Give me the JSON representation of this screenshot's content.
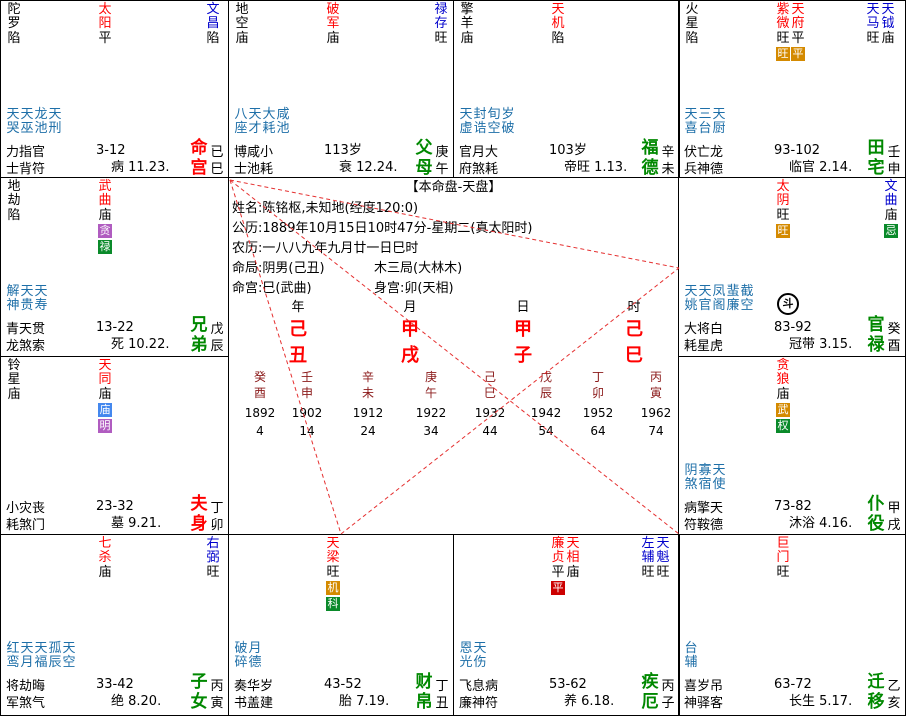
{
  "colors": {
    "star_red": "#ff0000",
    "star_blue": "#0000cc",
    "minor_teal": "#1e6fa8",
    "palace_green": "#008800",
    "tag_red": "#cc0000",
    "tag_orange": "#d48a00",
    "tag_green": "#0a8a2a",
    "tag_purple": "#b05cc0",
    "tag_blue": "#4488ee",
    "branch_brown": "#8b1a1a"
  },
  "cells": [
    {
      "id": "si",
      "stars": [
        {
          "name": "陀罗",
          "b": "陷",
          "color": "dark"
        },
        {
          "name": "太阳",
          "b": "平",
          "color": "red"
        },
        {
          "name": "文昌",
          "b": "陷",
          "color": "blue"
        }
      ],
      "minor": [
        "天哭",
        "天巫",
        "龙池",
        "天刑"
      ],
      "row1": "力指官",
      "row2": "士背符",
      "age": "3-12",
      "phase": "病 11.23.",
      "palace": [
        "命",
        "宫"
      ],
      "gz": [
        "已",
        "巳"
      ]
    },
    {
      "id": "wu",
      "stars": [
        {
          "name": "地空",
          "b": "庙",
          "color": "dark"
        },
        {
          "name": "破军",
          "b": "庙",
          "color": "red"
        },
        {
          "name": "禄存",
          "b": "旺",
          "color": "blue"
        }
      ],
      "minor": [
        "八座",
        "天才",
        "大耗",
        "咸池"
      ],
      "row1": "博咸小",
      "row2": "士池耗",
      "age": "113岁",
      "phase": "衰 12.24.",
      "palace": [
        "父",
        "母"
      ],
      "gz": [
        "庚",
        "午"
      ]
    },
    {
      "id": "wei",
      "stars": [
        {
          "name": "擎羊",
          "b": "庙",
          "color": "dark"
        },
        {
          "name": "天机",
          "b": "陷",
          "color": "red"
        }
      ],
      "minor": [
        "天虚",
        "封诰",
        "旬空",
        "岁破"
      ],
      "row1": "官月大",
      "row2": "府煞耗",
      "age": "103岁",
      "phase": "帝旺 1.13.",
      "palace": [
        "福",
        "德"
      ],
      "gz": [
        "辛",
        "未"
      ]
    },
    {
      "id": "shen",
      "stars": [
        {
          "name": "火星",
          "b": "陷",
          "color": "dark"
        },
        {
          "name": "紫微",
          "b": "旺",
          "color": "red"
        },
        {
          "name": "天府",
          "b": "平",
          "color": "red"
        },
        {
          "name": "天马",
          "b": "旺",
          "color": "blue"
        },
        {
          "name": "天钺",
          "b": "庙",
          "color": "blue"
        }
      ],
      "minor": [
        "天喜",
        "三台",
        "天厨"
      ],
      "row1": "伏亡龙",
      "row2": "兵神德",
      "age": "93-102",
      "phase": "临官 2.14.",
      "palace": [
        "田",
        "宅"
      ],
      "gz": [
        "壬",
        "申"
      ]
    },
    {
      "id": "chen",
      "stars": [
        {
          "name": "地劫",
          "b": "陷",
          "color": "dark"
        },
        {
          "name": "武曲",
          "b": "庙",
          "color": "red"
        }
      ],
      "minor": [
        "解神",
        "天贵",
        "天寿"
      ],
      "row1": "青天贯",
      "row2": "龙煞索",
      "age": "13-22",
      "phase": "死 10.22.",
      "palace": [
        "兄",
        "弟"
      ],
      "gz": [
        "戊",
        "辰"
      ]
    },
    {
      "id": "you",
      "stars": [
        {
          "name": "太阴",
          "b": "旺",
          "color": "red"
        },
        {
          "name": "文曲",
          "b": "庙",
          "color": "blue"
        }
      ],
      "minor": [
        "天姚",
        "天官",
        "凤阁",
        "蜚廉",
        "截空"
      ],
      "row1": "大将白",
      "row2": "耗星虎",
      "age": "83-92",
      "phase": "冠带 3.15.",
      "palace": [
        "官",
        "禄"
      ],
      "gz": [
        "癸",
        "酉"
      ]
    },
    {
      "id": "mao",
      "stars": [
        {
          "name": "铃星",
          "b": "庙",
          "color": "dark"
        },
        {
          "name": "天同",
          "b": "庙",
          "color": "red"
        }
      ],
      "minor": [],
      "row1": "小灾丧",
      "row2": "耗煞门",
      "age": "23-32",
      "phase": "墓 9.21.",
      "palace": [
        "夫",
        "身"
      ],
      "gz": [
        "丁",
        "卯"
      ]
    },
    {
      "id": "xu",
      "stars": [
        {
          "name": "贪狼",
          "b": "庙",
          "color": "red"
        }
      ],
      "minor": [
        "阴煞",
        "寡宿",
        "天使"
      ],
      "row1": "病擎天",
      "row2": "符鞍德",
      "age": "73-82",
      "phase": "沐浴 4.16.",
      "palace": [
        "仆",
        "役"
      ],
      "gz": [
        "甲",
        "戌"
      ]
    },
    {
      "id": "yin",
      "stars": [
        {
          "name": "七杀",
          "b": "庙",
          "color": "red"
        },
        {
          "name": "右弼",
          "b": "旺",
          "color": "blue"
        }
      ],
      "minor": [
        "红鸾",
        "天月",
        "天福",
        "孤辰",
        "天空"
      ],
      "row1": "将劫晦",
      "row2": "军煞气",
      "age": "33-42",
      "phase": "绝 8.20.",
      "palace": [
        "子",
        "女"
      ],
      "gz": [
        "丙",
        "寅"
      ]
    },
    {
      "id": "chou",
      "stars": [
        {
          "name": "天梁",
          "b": "旺",
          "color": "red"
        }
      ],
      "minor": [
        "破碎",
        "月德"
      ],
      "row1": "奏华岁",
      "row2": "书盖建",
      "age": "43-52",
      "phase": "胎 7.19.",
      "palace": [
        "财",
        "帛"
      ],
      "gz": [
        "丁",
        "丑"
      ]
    },
    {
      "id": "zi",
      "stars": [
        {
          "name": "廉贞",
          "b": "平",
          "color": "red"
        },
        {
          "name": "天相",
          "b": "庙",
          "color": "red"
        },
        {
          "name": "左辅",
          "b": "旺",
          "color": "blue"
        },
        {
          "name": "天魁",
          "b": "旺",
          "color": "blue"
        }
      ],
      "minor": [
        "恩光",
        "天伤"
      ],
      "row1": "飞息病",
      "row2": "廉神符",
      "age": "53-62",
      "phase": "养 6.18.",
      "palace": [
        "疾",
        "厄"
      ],
      "gz": [
        "丙",
        "子"
      ]
    },
    {
      "id": "hai",
      "stars": [
        {
          "name": "巨门",
          "b": "旺",
          "color": "red"
        }
      ],
      "minor": [
        "台辅"
      ],
      "row1": "喜岁吊",
      "row2": "神驿客",
      "age": "63-72",
      "phase": "长生 5.17.",
      "palace": [
        "迁",
        "移"
      ],
      "gz": [
        "乙",
        "亥"
      ]
    }
  ],
  "tags": {
    "wuqu": "贪",
    "wuqu2": "禄",
    "taiyin": "旺",
    "tongli": "庙",
    "tongji": "明",
    "tanlang": "武",
    "tanlang2": "权",
    "tianliang": "机",
    "tianliang2": "科",
    "lianzhen": "平",
    "ziwei": "旺",
    "tianfu": "平",
    "wenqu": "忌"
  },
  "center": {
    "title": "【本命盘-天盘】",
    "name": "姓名:陈铭枢,未知地(经度120:0)",
    "solar": "公历:1889年10月15日10时47分-星期二(真太阳时)",
    "lunar": "农历:一八八九年九月廿一日巳时",
    "juyin": "命局:阴男(己丑)",
    "ju": "木三局(大林木)",
    "minggong": "命宫:巳(武曲)",
    "shengong": "身宫:卯(天相)",
    "pillar_labels": [
      "年",
      "月",
      "日",
      "时"
    ],
    "pillars": [
      [
        "己",
        "丑"
      ],
      [
        "甲",
        "戌"
      ],
      [
        "甲",
        "子"
      ],
      [
        "己",
        "巳"
      ]
    ],
    "dayun": [
      {
        "g": "癸",
        "z": "酉",
        "y": "1892",
        "a": "4"
      },
      {
        "g": "壬",
        "z": "申",
        "y": "1902",
        "a": "14"
      },
      {
        "g": "辛",
        "z": "未",
        "y": "1912",
        "a": "24"
      },
      {
        "g": "庚",
        "z": "午",
        "y": "1922",
        "a": "34"
      },
      {
        "g": "己",
        "z": "巳",
        "y": "1932",
        "a": "44"
      },
      {
        "g": "戊",
        "z": "辰",
        "y": "1942",
        "a": "54"
      },
      {
        "g": "丁",
        "z": "卯",
        "y": "1952",
        "a": "64"
      },
      {
        "g": "丙",
        "z": "寅",
        "y": "1962",
        "a": "74"
      }
    ]
  },
  "dou_icon": "斗"
}
